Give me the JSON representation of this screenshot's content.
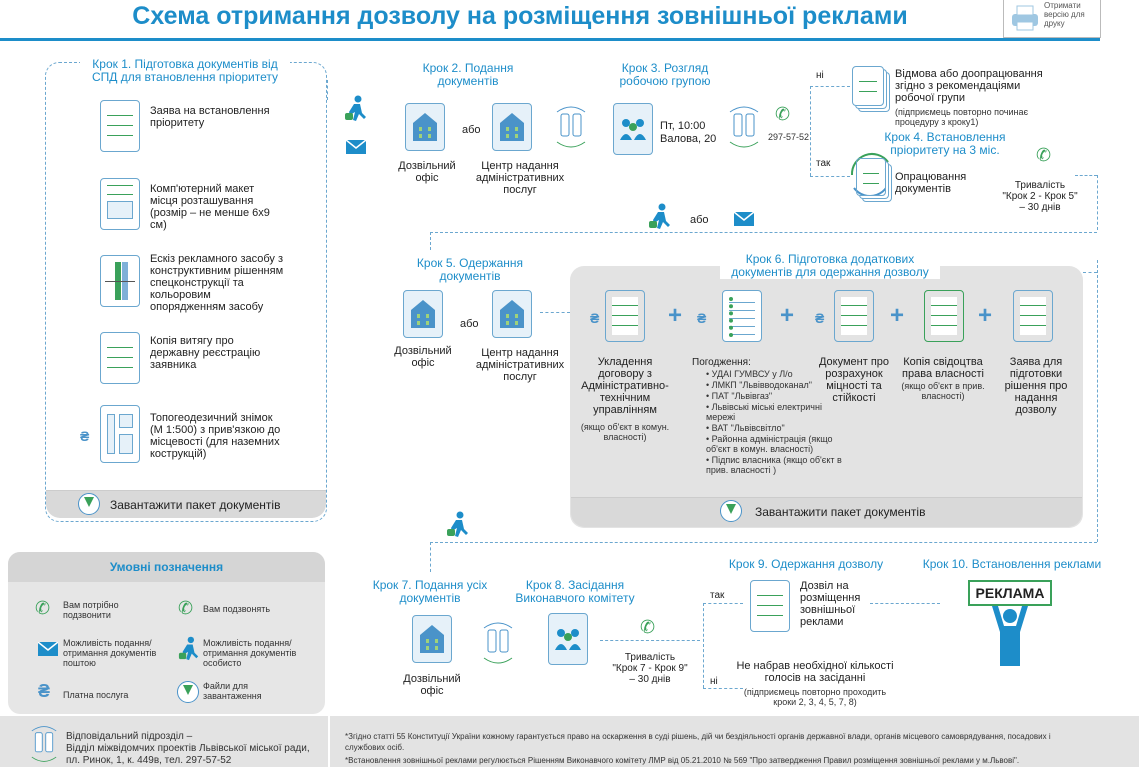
{
  "header": {
    "title": "Схема отримання дозволу на розміщення зовнішньої реклами",
    "print_label": "Отримати версію для друку"
  },
  "step1": {
    "title": "Крок 1. Підготовка документів від СПД для втановлення пріоритету",
    "docs": [
      "Заява на встановлення пріоритету",
      "Комп'ютерний макет місця розташування (розмір – не менше 6х9 см)",
      "Ескіз рекламного засобу з конструктивним рішенням спецконструкції та кольоровим опорядженням засобу",
      "Копія витягу про державну реєстрацію заявника",
      "Топогеодезичний знімок (М 1:500) з прив'язкою до місцевості (для наземних кострукцій)"
    ],
    "download": "Завантажити пакет документів"
  },
  "step2": {
    "title": "Крок 2. Подання документів",
    "office1": "Дозвільний офіс",
    "or": "або",
    "office2": "Центр надання адміністративних послуг"
  },
  "step3": {
    "title": "Крок 3. Розгляд робочою групою",
    "time": "Пт, 10:00",
    "place": "Валова, 20",
    "phone": "297-57-52"
  },
  "branch": {
    "no": "ні",
    "yes": "так",
    "refusal": "Відмова або доопрацювання згідно з рекомендаціями робочої групи",
    "refusal_note": "(підприємець повторно починає процедуру з кроку1)"
  },
  "step4": {
    "title": "Крок 4. Встановлення пріоритету на 3 міс.",
    "publish": "Опрацювання документів",
    "duration_label": "Тривалість",
    "duration_range": "\"Крок 2 - Крок 5\"",
    "duration": "– 30 днів"
  },
  "mid_or": "або",
  "step5": {
    "title": "Крок 5. Одержання документів",
    "office1": "Дозвільний офіс",
    "or": "або",
    "office2": "Центр надання адміністративних послуг"
  },
  "step6": {
    "title": "Крок 6. Підготовка додаткових документів для одержання дозволу",
    "doc1": "Укладення договору з Адміністративно-технічним управлінням",
    "doc1_note": "(якщо об'єкт в комун. власності)",
    "approvals_title": "Погодження:",
    "approvals": [
      "УДАІ ГУМВСУ у Л/о",
      "ЛМКП \"Львівводоканал\"",
      "ПАТ \"Львівгаз\"",
      "Львівські міські електричні мережі",
      "ВАТ \"Львівсвітло\"",
      "Районна адміністрація (якщо об'єкт в комун. власності)",
      "Підпис власника (якщо об'єкт в прив. власності )"
    ],
    "doc3": "Документ про розрахунок міцності та стійкості",
    "doc4": "Копія свідоцтва права власності",
    "doc4_note": "(якщо об'єкт в прив. власності)",
    "doc5": "Заява для підготовки рішення про надання дозволу",
    "download": "Завантажити пакет документів"
  },
  "legend": {
    "title": "Умовні позначення",
    "items": [
      "Вам потрібно подзвонити",
      "Вам подзвонять",
      "Можливість подання/отримання документів поштою",
      "Можливість подання/отримання документів особисто",
      "Платна послуга",
      "Файли для завантаження"
    ]
  },
  "step7": {
    "title": "Крок 7. Подання усіх документів",
    "office": "Дозвільний офіс"
  },
  "step8": {
    "title": "Крок 8. Засідання Виконавчого комітету",
    "duration_label": "Тривалість",
    "duration_range": "\"Крок 7 - Крок 9\"",
    "duration": "– 30 днів"
  },
  "step9": {
    "title": "Крок 9. Одержання дозволу",
    "yes": "так",
    "no": "ні",
    "permit": "Дозвіл на розміщення зовнішньої реклами",
    "fail": "Не набрав необхідної кількості голосів на засіданні",
    "fail_note": "(підприємець повторно проходить кроки 2, 3, 4, 5, 7, 8)"
  },
  "step10": {
    "title": "Крок 10. Встановлення реклами",
    "sign": "РЕКЛАМА"
  },
  "footer": {
    "dept_label": "Відповідальний підрозділ –",
    "dept": "Відділ міжвідомчих проектів Львівської міської ради,",
    "address": "пл. Ринок, 1, к. 449в, тел. 297-57-52",
    "note1": "*Згідно статті 55 Конституції України кожному гарантується право на оскарження в суді рішень, дій чи бездіяльності органів державної влади, органів місцевого самоврядування, посадових і службових осіб.",
    "note2": "*Встановлення зовнішньої реклами регулюється Рішенням Виконавчого комітету ЛМР від 05.21.2010 № 569 \"Про затвердження Правил розміщення зовнішньої реклами у м.Львові\"."
  },
  "colors": {
    "accent": "#1d8dc9",
    "green": "#3aa15a",
    "border": "#6ba7cf"
  }
}
